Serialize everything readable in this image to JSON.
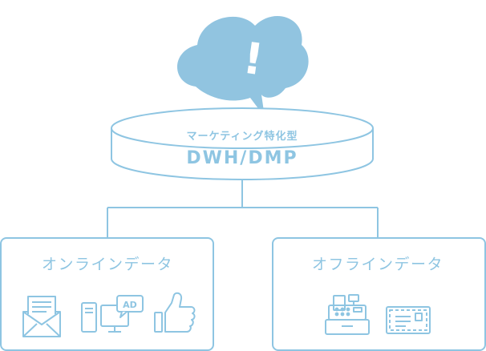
{
  "colors": {
    "accent": "#8ec5e2",
    "cloud": "#91c4e0",
    "background": "#ffffff"
  },
  "alert": {
    "icon": "exclamation-icon",
    "symbol": "!"
  },
  "database": {
    "subtitle": "マーケティング特化型",
    "title": "DWH/DMP"
  },
  "boxes": {
    "online": {
      "title": "オンラインデータ",
      "icons": [
        "email-icon",
        "ad-display-icon",
        "like-icon"
      ],
      "ad_text": "AD"
    },
    "offline": {
      "title": "オフラインデータ",
      "icons": [
        "cash-register-icon",
        "mail-envelope-icon"
      ]
    }
  }
}
